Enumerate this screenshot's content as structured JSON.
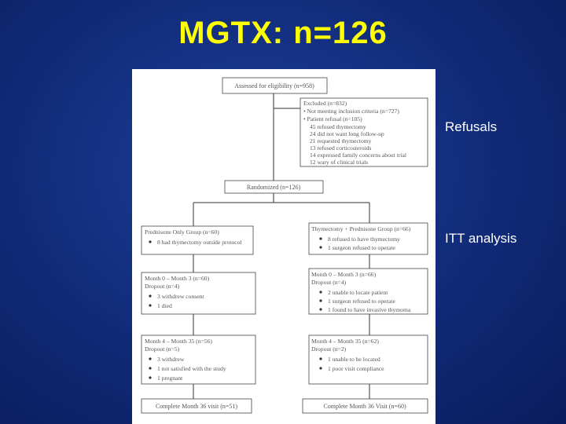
{
  "slide": {
    "title": "MGTX: n=126",
    "labels": {
      "refusals": "Refusals",
      "itt": "ITT analysis"
    }
  },
  "flowchart": {
    "assess": "Assessed for eligibility (n=958)",
    "excluded": {
      "header": "Excluded (n=832)",
      "lines": [
        "• Not meeting inclusion criteria (n=727)",
        "• Patient refusal (n=105)",
        "45 refused thymectomy",
        "24 did not want long follow-up",
        "21 requested thymectomy",
        "13 refused corticosteroids",
        "14 expressed family concerns about trial",
        "12 wary of clinical trials"
      ]
    },
    "randomized": "Randomized (n=126)",
    "arm_left": {
      "header": "Prednisone Only Group (n=60)",
      "bullets": [
        "8 had thymectomy outside protocol"
      ]
    },
    "arm_right": {
      "header": "Thymectomy + Prednisone Group (n=66)",
      "bullets": [
        "8 refused to have thymectomy",
        "1 surgeon refused to operate"
      ]
    },
    "m03_left": {
      "header": "Month 0 – Month 3 (n=60)",
      "sub": "Dropout (n=4)",
      "bullets": [
        "3 withdrew consent",
        "1 died"
      ]
    },
    "m03_right": {
      "header": "Month 0 – Month 3 (n=66)",
      "sub": "Dropout (n=4)",
      "bullets": [
        "2 unable to locate patient",
        "1 surgeon refused to operate",
        "1 found to have invasive thymoma"
      ]
    },
    "m435_left": {
      "header": "Month 4 – Month 35 (n=56)",
      "sub": "Dropout (n=5)",
      "bullets": [
        "3 withdrew",
        "1 not satisfied with the study",
        "1 pregnant"
      ]
    },
    "m435_right": {
      "header": "Month 4 – Month 35 (n=62)",
      "sub": "Dropout (n=2)",
      "bullets": [
        "1 unable to be located",
        "1 poor visit compliance"
      ]
    },
    "complete_left": "Complete Month 36 visit (n=51)",
    "complete_right": "Complete Month 36 Visit (n=60)"
  }
}
